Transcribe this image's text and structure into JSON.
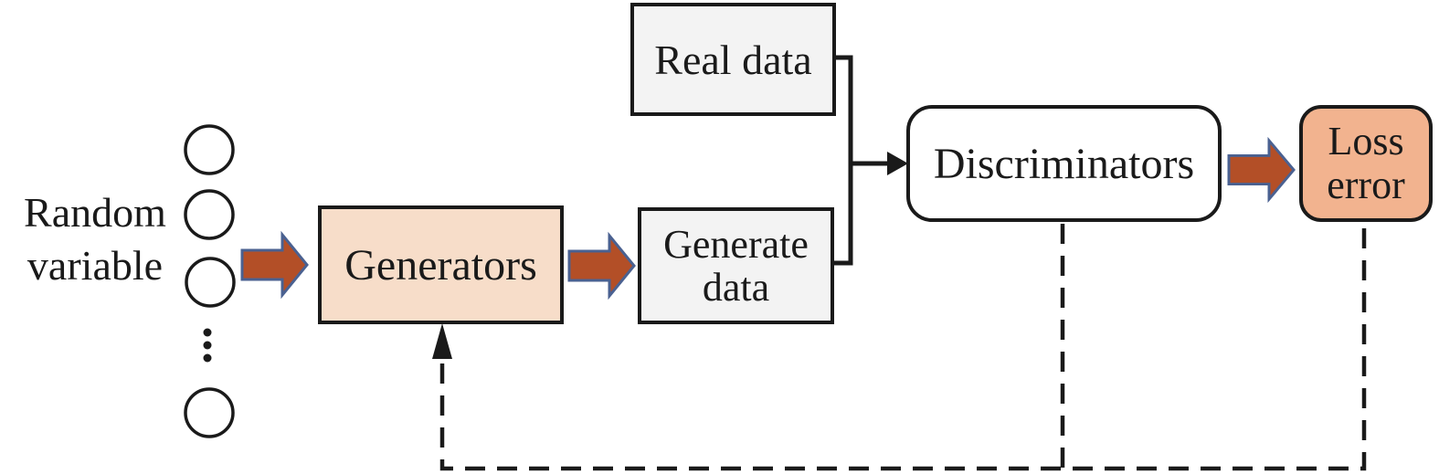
{
  "nodes": {
    "random_variable": {
      "label": "Random\nvariable"
    },
    "generators": {
      "label": "Generators"
    },
    "real_data": {
      "label": "Real data"
    },
    "generate_data": {
      "label": "Generate\ndata"
    },
    "discriminators": {
      "label": "Discriminators"
    },
    "loss_error": {
      "label": "Loss\nerror"
    }
  },
  "colors": {
    "generator-fill": "#f7ddc9",
    "loss-fill": "#f2b38f",
    "data-fill": "#f3f3f3",
    "discriminator-fill": "#ffffff",
    "arrow-fill": "#b34f27",
    "arrow-stroke": "#4a6191",
    "ink": "#1a1a1a",
    "bg": "#ffffff"
  }
}
